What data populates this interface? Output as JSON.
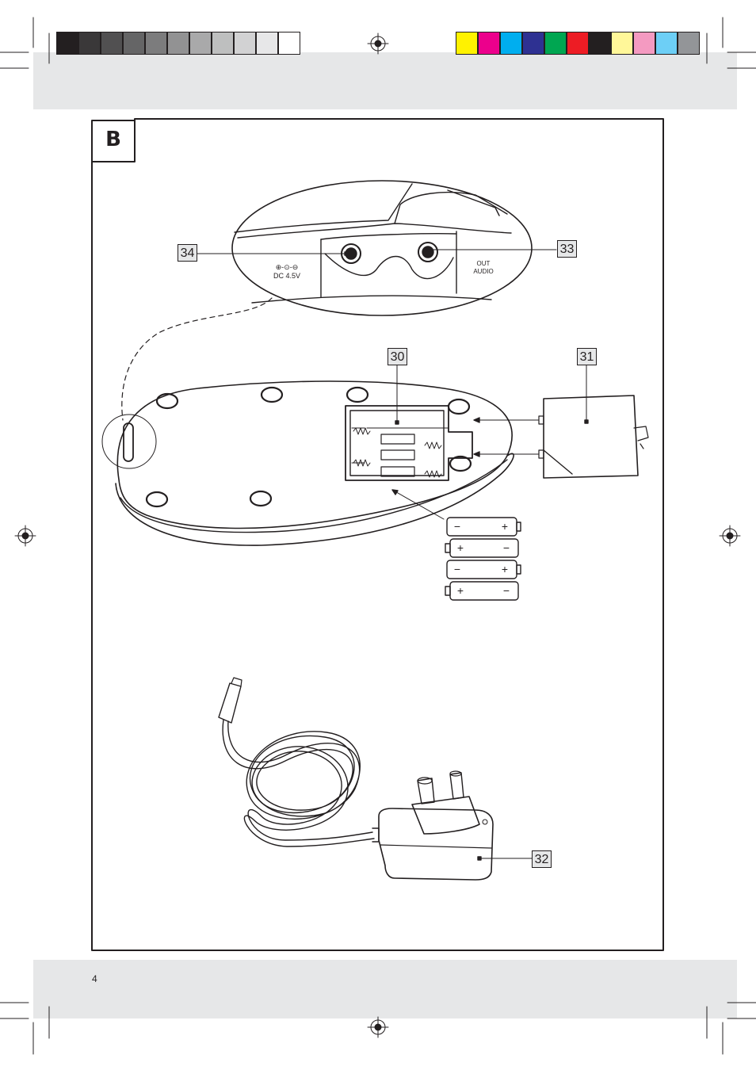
{
  "section": {
    "tag": "B"
  },
  "page": {
    "number": "4"
  },
  "callouts": {
    "c30": "30",
    "c31": "31",
    "c32": "32",
    "c33": "33",
    "c34": "34"
  },
  "jack_labels": {
    "dc_line1": "⊕-⊙-⊖",
    "dc_line2": "DC 4.5V",
    "audio_line1": "OUT",
    "audio_line2": "AUDIO"
  },
  "battery_signs": {
    "b1_left": "−",
    "b1_right": "+",
    "b2_left": "+",
    "b2_right": "−",
    "b3_left": "−",
    "b3_right": "+",
    "b4_left": "+",
    "b4_right": "−"
  },
  "colors": {
    "grayscale_bar": [
      "#231f20",
      "#3a3839",
      "#515051",
      "#656566",
      "#7c7c7d",
      "#929293",
      "#a9a9aa",
      "#bebfbf",
      "#d2d2d3",
      "#e7e7e8",
      "#ffffff"
    ],
    "color_bar": [
      "#fff200",
      "#ec008c",
      "#00aeef",
      "#2e3192",
      "#00a651",
      "#ed1c24",
      "#231f20",
      "#fff799",
      "#f49ac1",
      "#6dcff6",
      "#939598"
    ],
    "band_gray": "#e6e7e8",
    "line": "#231f20"
  }
}
